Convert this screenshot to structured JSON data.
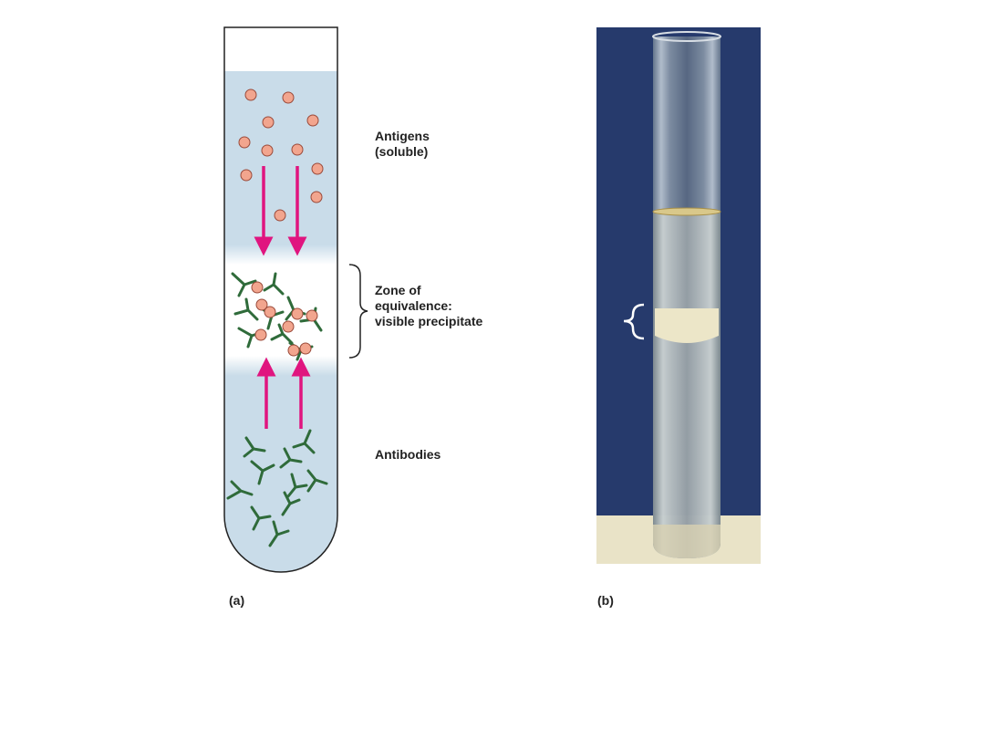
{
  "panel_a": {
    "letter": "(a)",
    "labels": {
      "antigens": "Antigens\n(soluble)",
      "zone": "Zone of\nequivalence:\nvisible precipitate",
      "antibodies": "Antibodies"
    }
  },
  "panel_b": {
    "letter": "(b)"
  },
  "colors": {
    "liquid": "#c9dce9",
    "antigen_fill": "#f2a58e",
    "antigen_stroke": "#9a4a3a",
    "antibody": "#2f6b3a",
    "arrow": "#e0157f",
    "photo_background": "#2a3f72"
  },
  "icons": [
    "antigen-particle-icon",
    "antibody-y-icon",
    "diffusion-arrow-icon",
    "bracket-icon"
  ]
}
